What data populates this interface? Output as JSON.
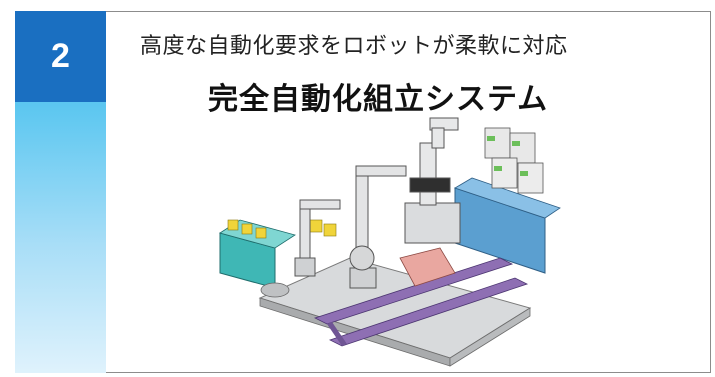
{
  "section": {
    "number": "2"
  },
  "heading": {
    "subtitle": "高度な自動化要求をロボットが柔軟に対応",
    "title": "完全自動化組立システム"
  },
  "colors": {
    "number_badge": "#1a6fc1",
    "sidebar_gradient_top": "#2fb4ea",
    "sidebar_gradient_bottom": "#dff2fc",
    "frame_border": "#8c8c8c"
  }
}
